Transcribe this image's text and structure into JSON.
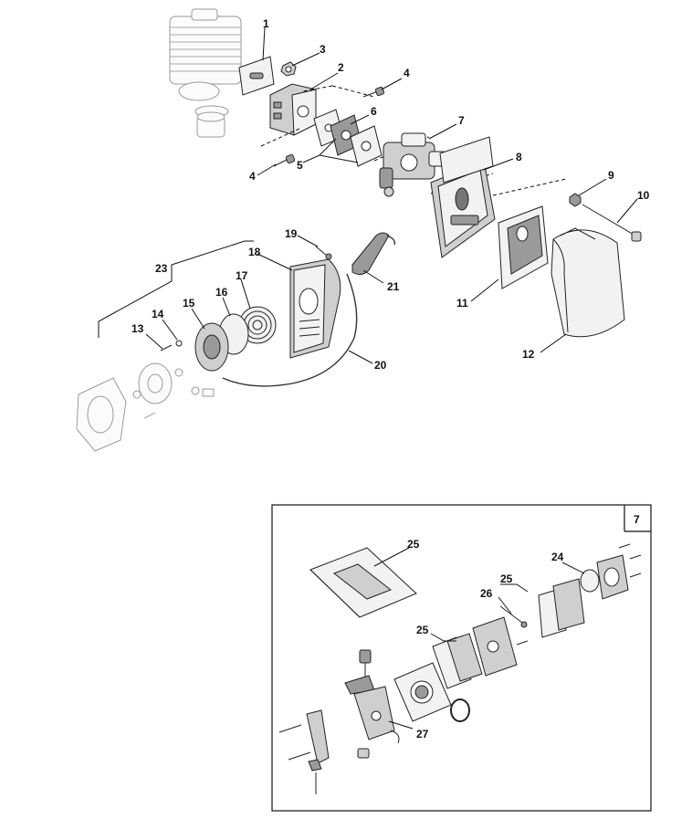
{
  "diagram": {
    "type": "exploded parts diagram",
    "inset_tag": "7",
    "callouts": [
      {
        "id": "c1",
        "text": "1"
      },
      {
        "id": "c2",
        "text": "2"
      },
      {
        "id": "c3",
        "text": "3"
      },
      {
        "id": "c4a",
        "text": "4"
      },
      {
        "id": "c4b",
        "text": "4"
      },
      {
        "id": "c5",
        "text": "5"
      },
      {
        "id": "c6",
        "text": "6"
      },
      {
        "id": "c7",
        "text": "7"
      },
      {
        "id": "c8",
        "text": "8"
      },
      {
        "id": "c9",
        "text": "9"
      },
      {
        "id": "c10",
        "text": "10"
      },
      {
        "id": "c11",
        "text": "11"
      },
      {
        "id": "c12",
        "text": "12"
      },
      {
        "id": "c13",
        "text": "13"
      },
      {
        "id": "c14",
        "text": "14"
      },
      {
        "id": "c15",
        "text": "15"
      },
      {
        "id": "c16",
        "text": "16"
      },
      {
        "id": "c17",
        "text": "17"
      },
      {
        "id": "c18",
        "text": "18"
      },
      {
        "id": "c19",
        "text": "19"
      },
      {
        "id": "c20",
        "text": "20"
      },
      {
        "id": "c21",
        "text": "21"
      },
      {
        "id": "c23",
        "text": "23"
      },
      {
        "id": "c24",
        "text": "24"
      },
      {
        "id": "c25a",
        "text": "25"
      },
      {
        "id": "c25b",
        "text": "25"
      },
      {
        "id": "c25c",
        "text": "25"
      },
      {
        "id": "c26",
        "text": "26"
      },
      {
        "id": "c27",
        "text": "27"
      }
    ]
  }
}
